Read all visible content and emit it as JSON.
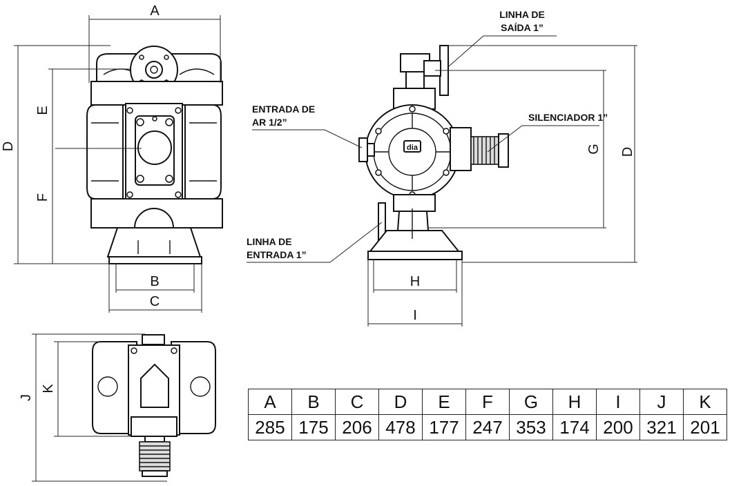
{
  "dimension_labels": {
    "a": "A",
    "b": "B",
    "c": "C",
    "d": "D",
    "e": "E",
    "f": "F",
    "g": "G",
    "h": "H",
    "i": "I",
    "j": "J",
    "k": "K"
  },
  "callouts": {
    "outlet_line": [
      "LINHA DE",
      "SAÍDA 1”"
    ],
    "air_inlet": [
      "ENTRADA DE",
      "AR 1/2”"
    ],
    "silencer": "SILENCIADOR 1”",
    "inlet_line": [
      "LINHA DE",
      "ENTRADA 1”"
    ]
  },
  "logo_text": "dia",
  "table": {
    "headers": [
      "A",
      "B",
      "C",
      "D",
      "E",
      "F",
      "G",
      "H",
      "I",
      "J",
      "K"
    ],
    "values": [
      "285",
      "175",
      "206",
      "478",
      "177",
      "247",
      "353",
      "174",
      "200",
      "321",
      "201"
    ]
  }
}
